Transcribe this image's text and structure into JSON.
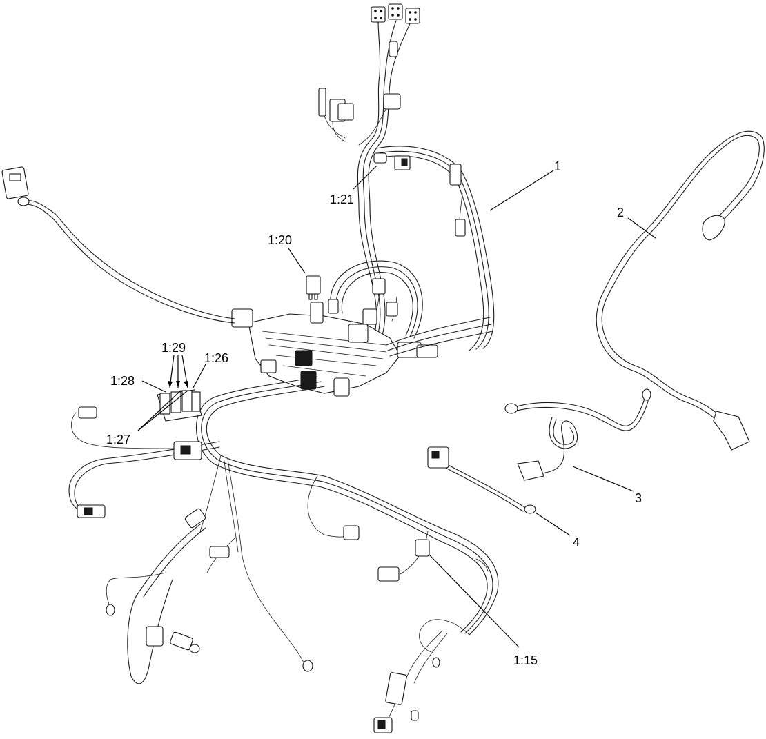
{
  "callouts": {
    "c1": "1",
    "c2": "2",
    "c3": "3",
    "c4": "4",
    "c115": "1:15",
    "c120": "1:20",
    "c121": "1:21",
    "c126": "1:26",
    "c127": "1:27",
    "c128": "1:28",
    "c129": "1:29"
  }
}
